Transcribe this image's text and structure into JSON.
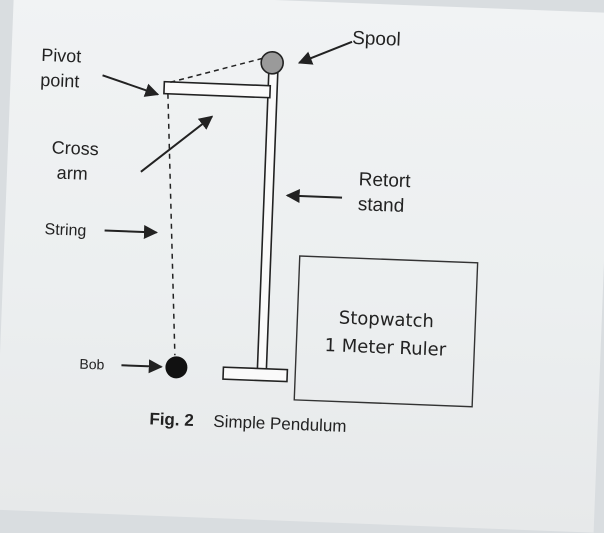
{
  "labels": {
    "spool": "Spool",
    "pivot_line1": "Pivot",
    "pivot_line2": "point",
    "cross_line1": "Cross",
    "cross_line2": "arm",
    "retort_line1": "Retort",
    "retort_line2": "stand",
    "string": "String",
    "bob": "Bob"
  },
  "equipment_box": {
    "line1": "Stopwatch",
    "line2": "1 Meter Ruler"
  },
  "caption": {
    "fig": "Fig. 2",
    "title": "Simple Pendulum"
  },
  "colors": {
    "ink": "#222222",
    "spool_fill": "#9a9a9a",
    "bob_fill": "#111111",
    "background": "#eceff0"
  }
}
